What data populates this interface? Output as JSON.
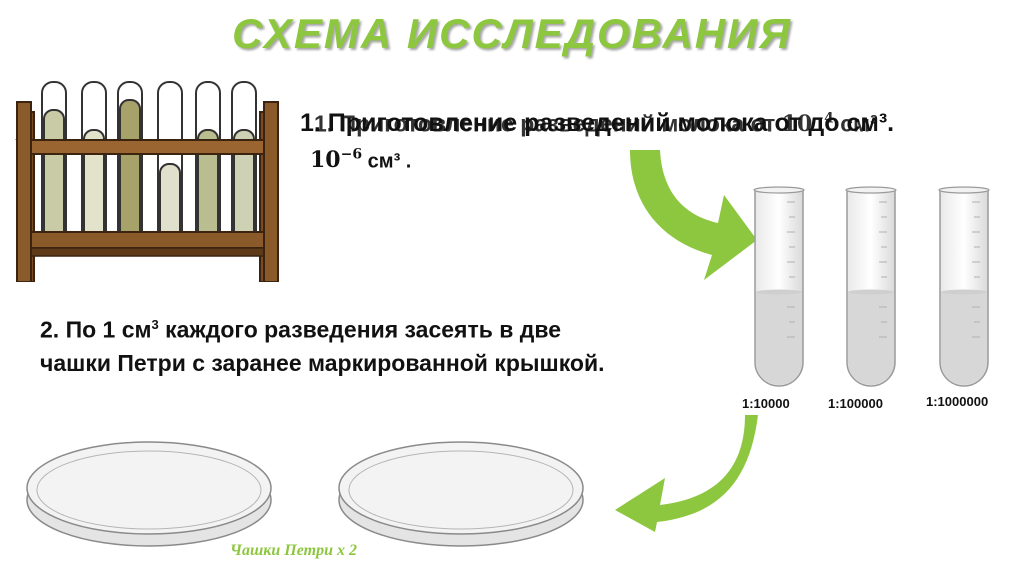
{
  "title": "СХЕМА ИССЛЕДОВАНИЯ",
  "step1": {
    "ghost_text": "1. Приготовление разведений молока от",
    "ghost_math": "10",
    "ghost_exp": "−4",
    "ghost_unit": "см³",
    "main_text": "1. Приготовление разведений молока от  до  см³.",
    "line2_math": "10",
    "line2_exp": "−6",
    "line2_unit": "см³ ."
  },
  "step2": {
    "line1_a": "2. По 1 см",
    "line1_sup": "3",
    "line1_b": " каждого разведения засеять в две",
    "line2": "чашки Петри с заранее маркированной крышкой."
  },
  "dilutions": [
    "1:10000",
    "1:100000",
    "1:1000000"
  ],
  "caption": "Чашки Петри х 2",
  "colors": {
    "accent_green": "#8dc63f",
    "rack_brown": "#8b5a2b",
    "liquid_olive": "#b5b98a"
  }
}
